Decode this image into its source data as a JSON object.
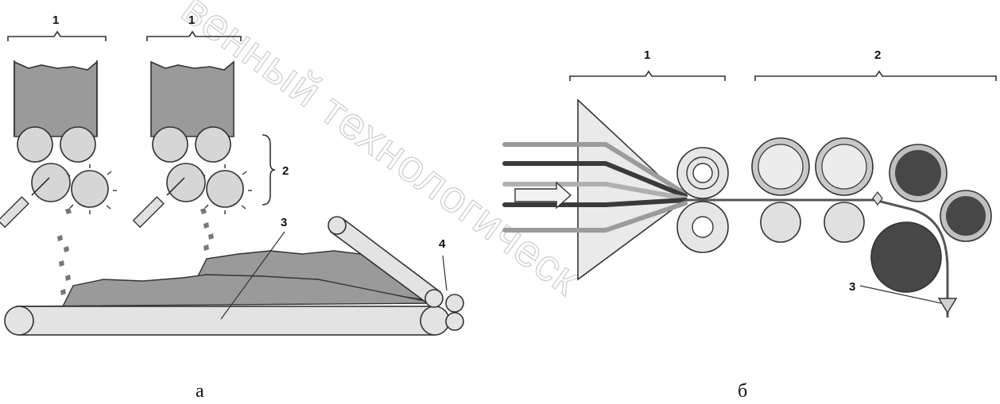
{
  "watermark": "венный технологическ",
  "diagram_a": {
    "caption": "а",
    "labels": [
      "1",
      "1",
      "2",
      "3",
      "4"
    ]
  },
  "diagram_b": {
    "caption": "б",
    "labels": [
      "1",
      "2",
      "3"
    ]
  },
  "colors": {
    "hopper_fill": "#9a9a9a",
    "roller_fill": "#d6d6d6",
    "dark_roller": "#474747",
    "belt_fill": "#e3e3e3",
    "line": "#333333"
  }
}
